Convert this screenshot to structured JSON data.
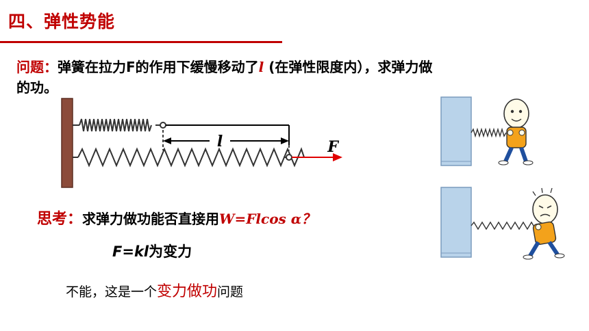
{
  "heading": {
    "text": "四、弹性势能"
  },
  "question": {
    "label": "问题：",
    "text_before": "弹簧在拉力F的作用下缓慢移动了",
    "l_symbol": "l",
    "text_after": " (在弹性限度内），求弹力做",
    "text_line2": "的功。"
  },
  "diagram": {
    "distance_label": "l",
    "force_label": "F"
  },
  "think": {
    "label": "思考：",
    "text": "求弹力做功能否直接用",
    "formula": "W=Flcos α",
    "question_mark": "？"
  },
  "force_relation": {
    "prefix": "F=k",
    "var": "l",
    "suffix": "为变力"
  },
  "answer": {
    "prefix": "不能，这是一个",
    "emphasis": "变力做功",
    "suffix": "问题"
  },
  "colors": {
    "accent": "#c00000",
    "wall": "#b9d3ea",
    "force_arrow": "#e00000"
  },
  "icons": [
    "wall-bracket-icon",
    "spring-icon",
    "cartoon-person-icon"
  ]
}
